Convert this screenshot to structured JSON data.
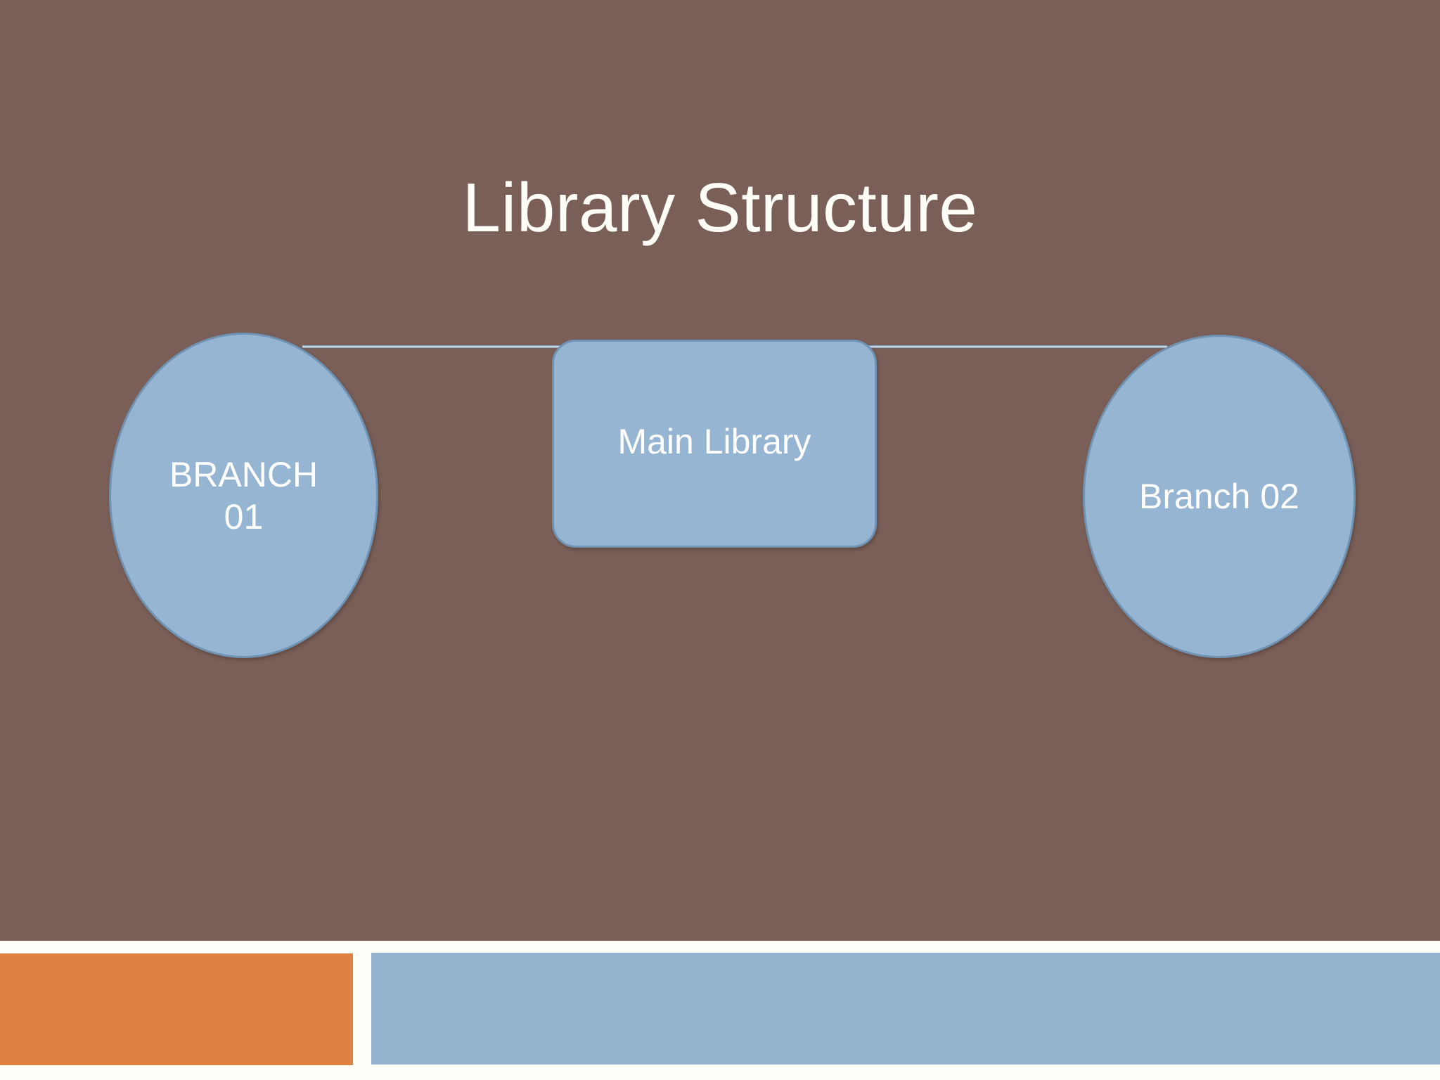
{
  "slide": {
    "title": "Library Structure",
    "background_color": "#795f57",
    "title_color": "#fffdf7"
  },
  "diagram": {
    "type": "org-chart",
    "node_fill_color": "#95b5d2",
    "node_border_color": "#6f93b4",
    "node_text_color": "#ffffff",
    "connector_color": "#c9d6e2",
    "nodes": [
      {
        "id": "branch-01",
        "label": "BRANCH 01",
        "shape": "ellipse",
        "position": "left"
      },
      {
        "id": "main-library",
        "label": "Main Library",
        "shape": "rounded-rectangle",
        "position": "center"
      },
      {
        "id": "branch-02",
        "label": "Branch 02",
        "shape": "ellipse",
        "position": "right"
      }
    ],
    "connections": [
      {
        "from": "main-library",
        "to": "branch-01"
      },
      {
        "from": "main-library",
        "to": "branch-02"
      }
    ]
  },
  "footer": {
    "bar_orange_color": "#dd8242",
    "bar_blue_color": "#93b3cf"
  }
}
